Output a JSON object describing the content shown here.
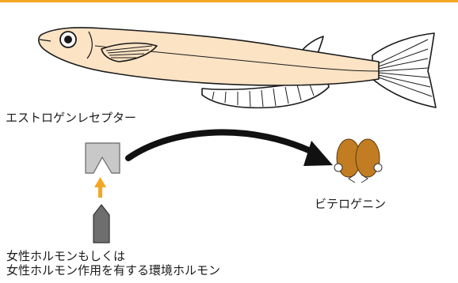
{
  "diagram": {
    "labels": {
      "estrogen_receptor": "エストロゲンレセプター",
      "vitellogenin": "ビテロゲニン",
      "hormone_line1": "女性ホルモンもしくは",
      "hormone_line2": "女性ホルモン作用を有する環境ホルモン"
    },
    "colors": {
      "top_border": "#f5a623",
      "fish_body": "#fce3c4",
      "fish_outline": "#1a1a1a",
      "receptor_fill": "#c8c8c8",
      "hormone_fill": "#6e6e6e",
      "small_arrow": "#f5a623",
      "vitellogenin_fill": "#c27d22",
      "curved_arrow": "#111111"
    }
  }
}
